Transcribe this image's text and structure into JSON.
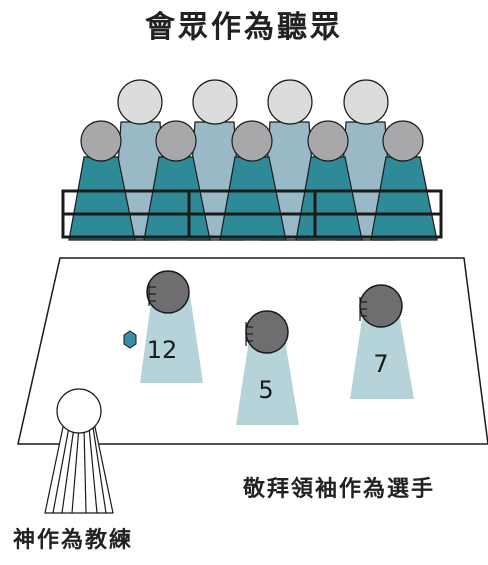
{
  "title": "會眾作為聽眾",
  "players_label": "敬拜領袖作為選手",
  "coach_label": "神作為教練",
  "player_numbers": [
    "12",
    "5",
    "7"
  ],
  "colors": {
    "head_back": "#dcdcdc",
    "body_back": "#9ab9c6",
    "head_front": "#a8a8aa",
    "body_front": "#2f8a98",
    "player_head": "#6e6e70",
    "spotlight": "#b6d3d9",
    "ball": "#3a8fa6",
    "outline": "#1a1a1a"
  }
}
